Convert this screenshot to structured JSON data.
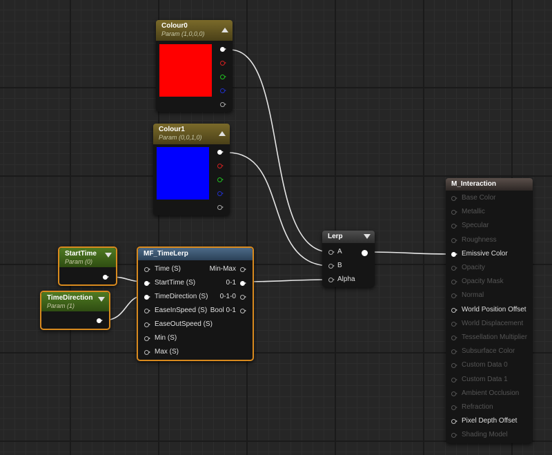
{
  "colour0": {
    "title": "Colour0",
    "param": "Param (1,0,0,0)",
    "color": "#ff0000"
  },
  "colour1": {
    "title": "Colour1",
    "param": "Param (0,0,1,0)",
    "color": "#0000ff"
  },
  "start_time": {
    "title": "StartTime",
    "param": "Param (0)"
  },
  "time_direction": {
    "title": "TimeDirection",
    "param": "Param (1)"
  },
  "mf_timelerp": {
    "title": "MF_TimeLerp",
    "inputs": [
      "Time (S)",
      "StartTime (S)",
      "TimeDirection (S)",
      "EaseInSpeed (S)",
      "EaseOutSpeed (S)",
      "Min (S)",
      "Max (S)"
    ],
    "outputs": [
      "Min-Max",
      "0-1",
      "0-1-0",
      "Bool 0-1"
    ]
  },
  "lerp": {
    "title": "Lerp",
    "inputs": [
      "A",
      "B",
      "Alpha"
    ]
  },
  "material": {
    "title": "M_Interaction",
    "inputs": [
      {
        "label": "Base Color",
        "active": false
      },
      {
        "label": "Metallic",
        "active": false
      },
      {
        "label": "Specular",
        "active": false
      },
      {
        "label": "Roughness",
        "active": false
      },
      {
        "label": "Emissive Color",
        "active": true
      },
      {
        "label": "Opacity",
        "active": false
      },
      {
        "label": "Opacity Mask",
        "active": false
      },
      {
        "label": "Normal",
        "active": false
      },
      {
        "label": "World Position Offset",
        "active": true
      },
      {
        "label": "World Displacement",
        "active": false
      },
      {
        "label": "Tessellation Multiplier",
        "active": false
      },
      {
        "label": "Subsurface Color",
        "active": false
      },
      {
        "label": "Custom Data 0",
        "active": false
      },
      {
        "label": "Custom Data 1",
        "active": false
      },
      {
        "label": "Ambient Occlusion",
        "active": false
      },
      {
        "label": "Refraction",
        "active": false
      },
      {
        "label": "Pixel Depth Offset",
        "active": true
      },
      {
        "label": "Shading Model",
        "active": false
      }
    ]
  },
  "colors": {
    "selection": "#d98a1e",
    "wire": "#e8e8e8"
  }
}
